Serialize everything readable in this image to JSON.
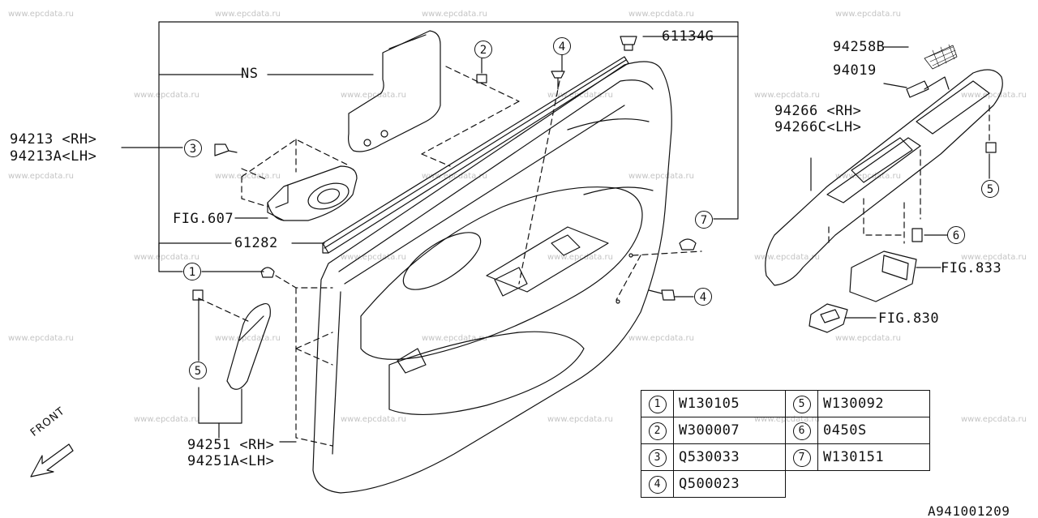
{
  "watermark": "www.epcdata.ru",
  "diagram_id": "A941001209",
  "front_text": "FRONT",
  "labels": {
    "ns": "NS",
    "p61134g": "61134G",
    "p94258b": "94258B",
    "p94019": "94019",
    "p94266_rh": "94266 <RH>",
    "p94266c_lh": "94266C<LH>",
    "p94213_rh": "94213 <RH>",
    "p94213a_lh": "94213A<LH>",
    "fig607": "FIG.607",
    "p61282": "61282",
    "fig833": "FIG.833",
    "fig830": "FIG.830",
    "p94251_rh": "94251 <RH>",
    "p94251a_lh": "94251A<LH>"
  },
  "callouts": {
    "c1": "1",
    "c2": "2",
    "c3": "3",
    "c4a": "4",
    "c4b": "4",
    "c5a": "5",
    "c5b": "5",
    "c6": "6",
    "c7": "7"
  },
  "legend": {
    "rows": [
      {
        "n1": "1",
        "v1": "W130105",
        "n2": "5",
        "v2": "W130092"
      },
      {
        "n1": "2",
        "v1": "W300007",
        "n2": "6",
        "v2": "0450S"
      },
      {
        "n1": "3",
        "v1": "Q530033",
        "n2": "7",
        "v2": "W130151"
      },
      {
        "n1": "4",
        "v1": "Q500023"
      }
    ]
  }
}
